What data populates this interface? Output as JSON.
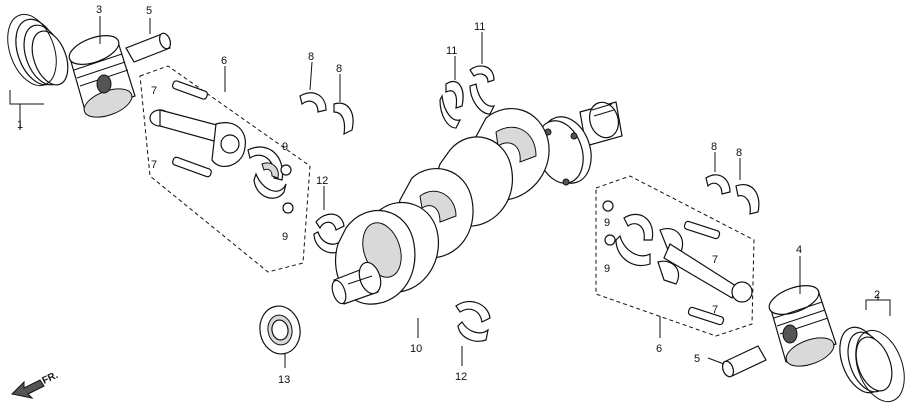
{
  "diagram": {
    "callouts": [
      "3",
      "5",
      "6",
      "7",
      "7",
      "8",
      "8",
      "9",
      "9",
      "11",
      "11",
      "12",
      "12",
      "10",
      "13",
      "8",
      "8",
      "9",
      "9",
      "6",
      "7",
      "7",
      "4",
      "5",
      "2",
      "1"
    ],
    "direction_label": "FR."
  }
}
